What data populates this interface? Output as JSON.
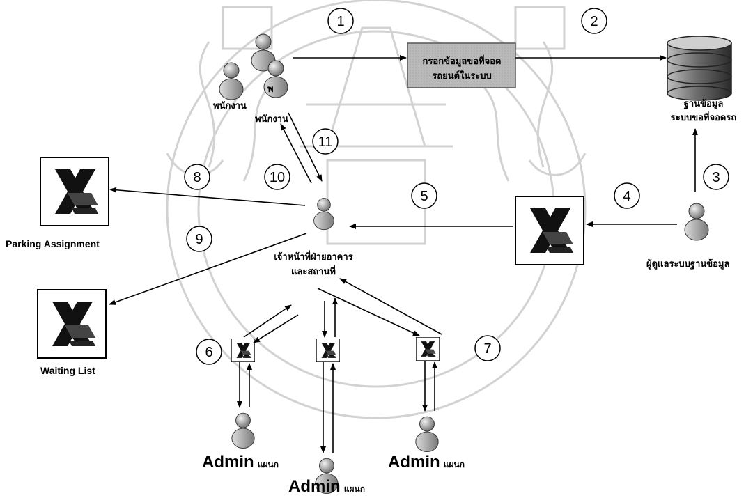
{
  "step_numbers": [
    "1",
    "2",
    "3",
    "4",
    "5",
    "6",
    "7",
    "8",
    "9",
    "10",
    "11"
  ],
  "labels": {
    "employee_group": "พนักงาน",
    "employee_partial": "พ",
    "employee_single": "พนักงาน",
    "form_line1": "กรอกข้อมูลขอที่จอด",
    "form_line2": "รถยนต์ในระบบ",
    "database_line1": "ฐานข้อมูล",
    "database_line2": "ระบบขอที่จอดรถ",
    "db_admin": "ผู้ดูแลระบบฐานข้อมูล",
    "officer_line1": "เจ้าหน้าที่ฝ่ายอาคาร",
    "officer_line2": "และสถานที่",
    "parking_assignment": "Parking Assignment",
    "waiting_list": "Waiting List",
    "admin_word": "Admin",
    "admin_dept": "แผนก"
  },
  "icons": {
    "person": "person-icon",
    "database": "database-icon",
    "excel": "excel-file-icon"
  },
  "colors": {
    "form_box": "#b7b7b7",
    "watermark": "#d2d2d2",
    "ink": "#000000"
  }
}
